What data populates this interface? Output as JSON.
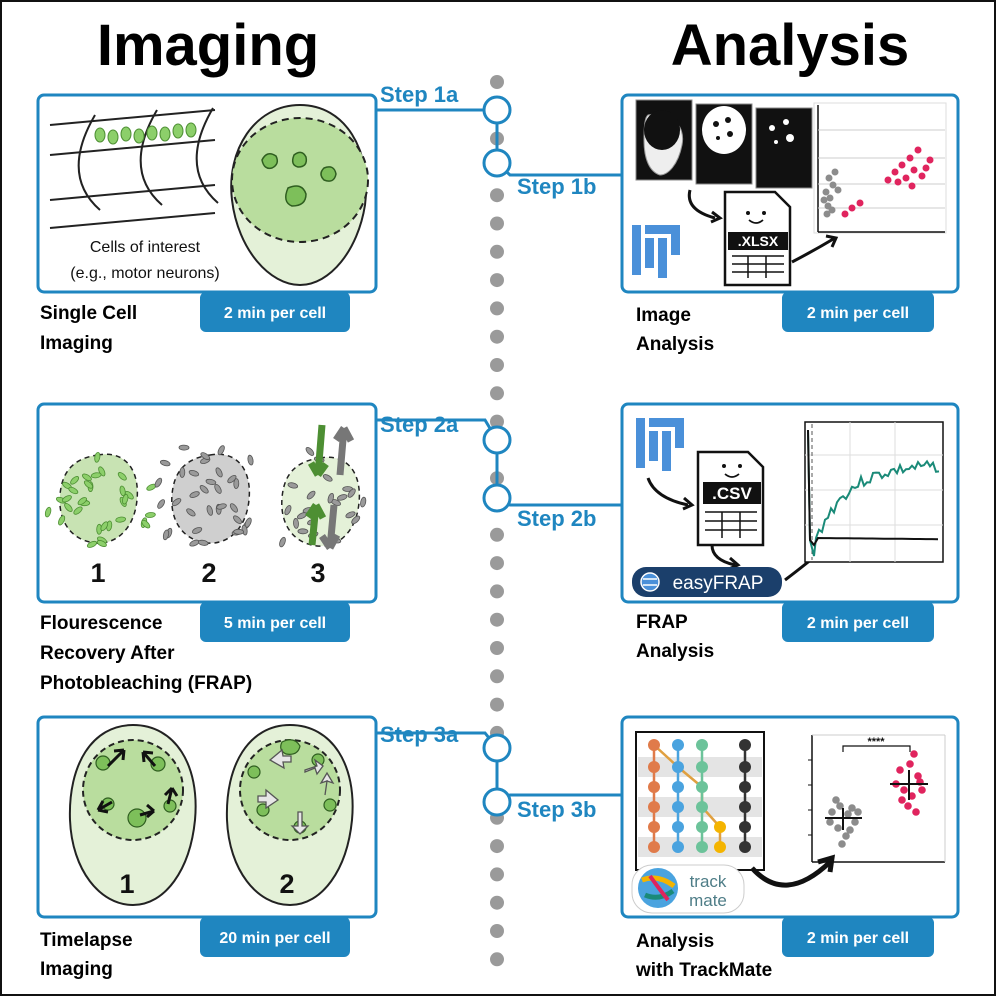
{
  "headers": {
    "left": "Imaging",
    "right": "Analysis"
  },
  "colors": {
    "accent": "#1f86c0",
    "dots": "#9a9a9a",
    "green": "#7dbf5a",
    "pink": "#e0245e",
    "gray": "#8c8c8c",
    "teal": "#1a8a78"
  },
  "steps": {
    "s1a": "Step 1a",
    "s1b": "Step 1b",
    "s2a": "Step 2a",
    "s2b": "Step 2b",
    "s3a": "Step 3a",
    "s3b": "Step 3b"
  },
  "panels": {
    "p1": {
      "title_lines": [
        "Single Cell",
        "Imaging"
      ],
      "time": "2 min per cell",
      "caption_lines": [
        "Cells of interest",
        "(e.g., motor neurons)"
      ]
    },
    "p2": {
      "title_lines": [
        "Flourescence",
        "Recovery After",
        "Photobleaching (FRAP)"
      ],
      "time": "5 min per cell",
      "numbers": [
        "1",
        "2",
        "3"
      ]
    },
    "p3": {
      "title_lines": [
        "Timelapse",
        "Imaging"
      ],
      "time": "20 min per cell",
      "numbers": [
        "1",
        "2"
      ]
    },
    "a1": {
      "title_lines": [
        "Image",
        "Analysis"
      ],
      "time": "2 min per cell",
      "file_label": ".XLSX"
    },
    "a2": {
      "title_lines": [
        "FRAP",
        "Analysis"
      ],
      "time": "2 min per cell",
      "file_label": ".CSV",
      "tool": "easyFRAP"
    },
    "a3": {
      "title_lines": [
        "Analysis",
        "with TrackMate"
      ],
      "time": "2 min per cell",
      "tool_lines": [
        "track",
        "mate"
      ],
      "significance": "****"
    }
  },
  "icons": [
    "fiji-icon",
    "spreadsheet-icon",
    "easyfrap-logo",
    "trackmate-logo"
  ]
}
